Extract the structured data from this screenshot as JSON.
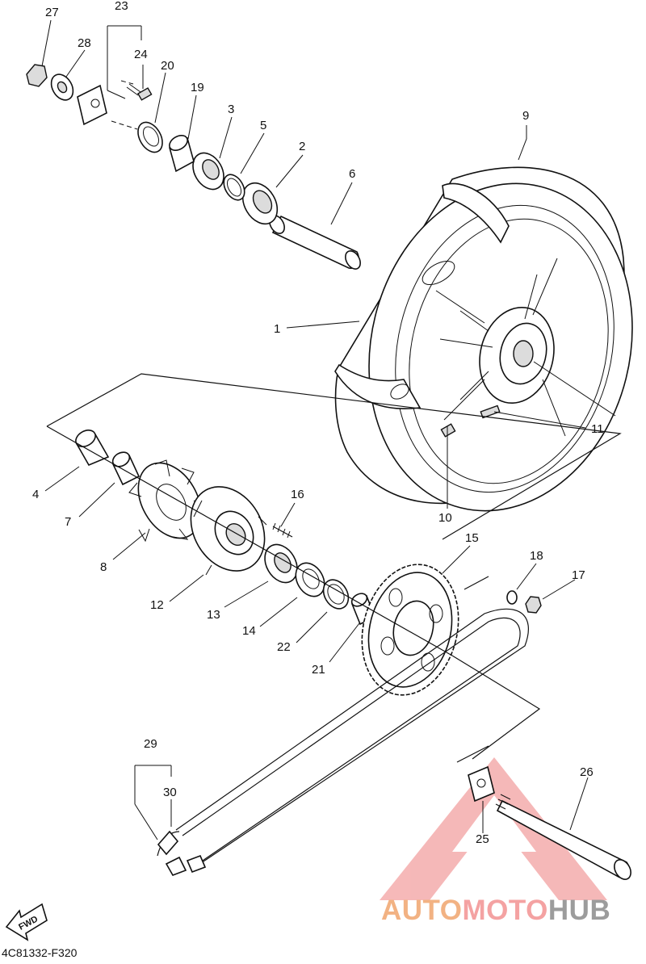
{
  "diagram": {
    "labels": {
      "n1": "1",
      "n2": "2",
      "n3": "3",
      "n4": "4",
      "n5": "5",
      "n6": "6",
      "n7": "7",
      "n8": "8",
      "n9": "9",
      "n10": "10",
      "n11": "11",
      "n12": "12",
      "n13": "13",
      "n14": "14",
      "n15": "15",
      "n16": "16",
      "n17": "17",
      "n18": "18",
      "n19": "19",
      "n20": "20",
      "n21": "21",
      "n22": "22",
      "n23": "23",
      "n24": "24",
      "n25": "25",
      "n26": "26",
      "n27": "27",
      "n28": "28",
      "n29": "29",
      "n30": "30"
    },
    "fwd_label": "FWD",
    "drawing_code": "4C81332-F320"
  },
  "watermark": {
    "part1": "AUTO",
    "part2": "MOTO",
    "part3": "HUB",
    "colors": {
      "auto": "#f2b283",
      "moto": "#f4a2a2",
      "hub": "#9c9c9c",
      "logo": "#f08a8a"
    }
  }
}
